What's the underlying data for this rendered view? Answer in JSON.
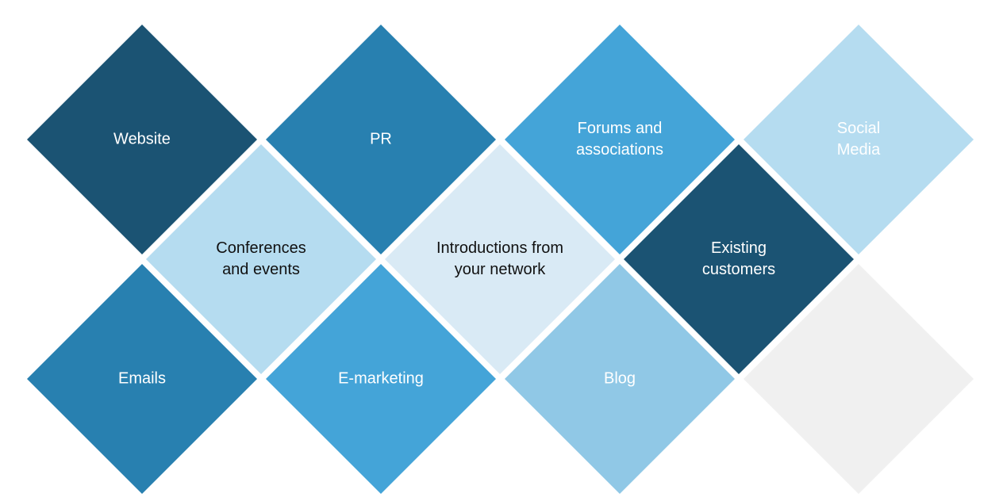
{
  "tiles": [
    {
      "id": "website",
      "label": "Website",
      "fill": "#1b5373",
      "text_color": "#ffffff"
    },
    {
      "id": "pr",
      "label": "PR",
      "fill": "#2880b0",
      "text_color": "#ffffff"
    },
    {
      "id": "forums",
      "label": "Forums and\nassociations",
      "fill": "#44a4d8",
      "text_color": "#ffffff"
    },
    {
      "id": "social-media",
      "label": "Social\nMedia",
      "fill": "#b5dcf0",
      "text_color": "#ffffff"
    },
    {
      "id": "conferences",
      "label": "Conferences\nand events",
      "fill": "#b5dcf0",
      "text_color": "#111111"
    },
    {
      "id": "introductions",
      "label": "Introductions from\nyour network",
      "fill": "#d9eaf5",
      "text_color": "#111111"
    },
    {
      "id": "existing-customers",
      "label": "Existing\ncustomers",
      "fill": "#1b5373",
      "text_color": "#ffffff"
    },
    {
      "id": "emails",
      "label": "Emails",
      "fill": "#2880b0",
      "text_color": "#ffffff"
    },
    {
      "id": "e-marketing",
      "label": "E-marketing",
      "fill": "#44a4d8",
      "text_color": "#ffffff"
    },
    {
      "id": "blog",
      "label": "Blog",
      "fill": "#90c8e6",
      "text_color": "#ffffff"
    },
    {
      "id": "empty",
      "label": "",
      "fill": "#f0f0f0",
      "text_color": "#ffffff"
    }
  ]
}
